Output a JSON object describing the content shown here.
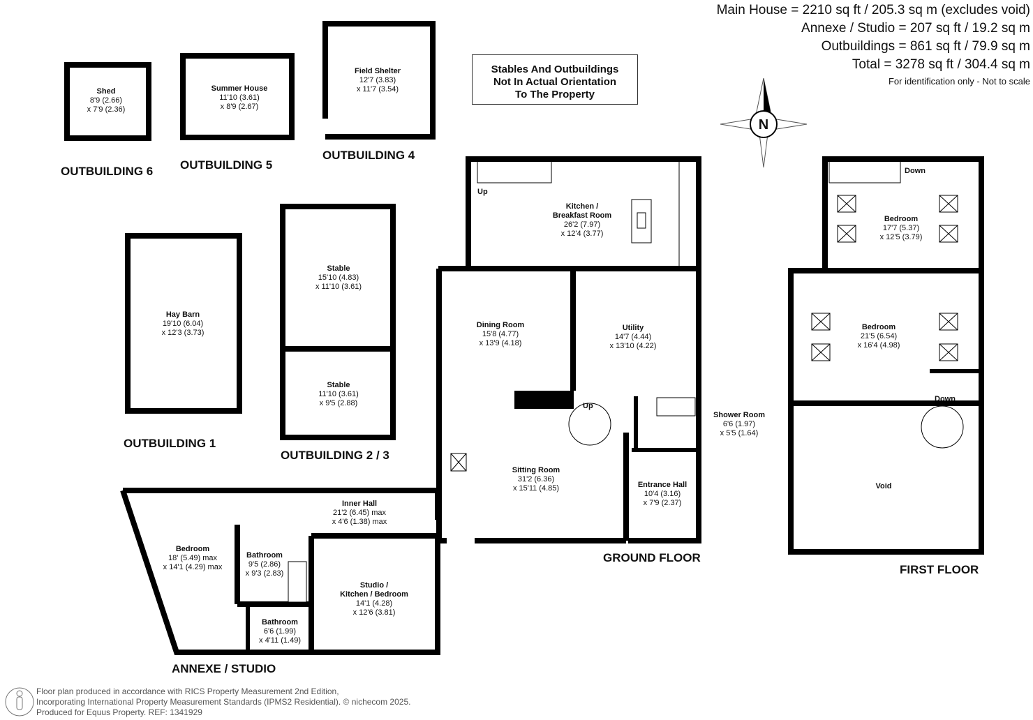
{
  "areas": {
    "main_house": "Main House = 2210 sq ft / 205.3 sq m (excludes void)",
    "annexe": "Annexe / Studio = 207 sq ft / 19.2 sq m",
    "outbuildings": "Outbuildings = 861 sq ft / 79.9 sq m",
    "total": "Total = 3278 sq ft / 304.4 sq m",
    "note": "For identification only - Not to scale"
  },
  "orientation_note": [
    "Stables And Outbuildings",
    "Not In Actual Orientation",
    "To The Property"
  ],
  "compass": {
    "label": "N"
  },
  "sections": {
    "outbuilding6": "OUTBUILDING 6",
    "outbuilding5": "OUTBUILDING 5",
    "outbuilding4": "OUTBUILDING 4",
    "outbuilding1": "OUTBUILDING 1",
    "outbuilding23": "OUTBUILDING 2 / 3",
    "annexe": "ANNEXE / STUDIO",
    "ground": "GROUND FLOOR",
    "first": "FIRST FLOOR"
  },
  "rooms": {
    "shed": {
      "name": "Shed",
      "d1": "8'9 (2.66)",
      "d2": "x 7'9 (2.36)"
    },
    "summer_house": {
      "name": "Summer House",
      "d1": "11'10 (3.61)",
      "d2": "x 8'9 (2.67)"
    },
    "field_shelter": {
      "name": "Field Shelter",
      "d1": "12'7 (3.83)",
      "d2": "x 11'7 (3.54)"
    },
    "hay_barn": {
      "name": "Hay Barn",
      "d1": "19'10 (6.04)",
      "d2": "x 12'3 (3.73)"
    },
    "stable1": {
      "name": "Stable",
      "d1": "15'10 (4.83)",
      "d2": "x 11'10 (3.61)"
    },
    "stable2": {
      "name": "Stable",
      "d1": "11'10 (3.61)",
      "d2": "x  9'5 (2.88)"
    },
    "kitchen": {
      "name": "Kitchen /",
      "name2": "Breakfast Room",
      "d1": "26'2 (7.97)",
      "d2": "x 12'4 (3.77)"
    },
    "dining": {
      "name": "Dining Room",
      "d1": "15'8 (4.77)",
      "d2": "x 13'9 (4.18)"
    },
    "utility": {
      "name": "Utility",
      "d1": "14'7 (4.44)",
      "d2": "x 13'10 (4.22)"
    },
    "shower": {
      "name": "Shower Room",
      "d1": "6'6 (1.97)",
      "d2": "x 5'5 (1.64)"
    },
    "sitting": {
      "name": "Sitting Room",
      "d1": "31'2 (6.36)",
      "d2": "x 15'11 (4.85)"
    },
    "entrance": {
      "name": "Entrance Hall",
      "d1": "10'4 (3.16)",
      "d2": "x 7'9 (2.37)"
    },
    "inner_hall": {
      "name": "Inner Hall",
      "d1": "21'2 (6.45) max",
      "d2": "x 4'6 (1.38) max"
    },
    "annexe_bedroom": {
      "name": "Bedroom",
      "d1": "18' (5.49) max",
      "d2": "x 14'1 (4.29) max"
    },
    "annexe_bath1": {
      "name": "Bathroom",
      "d1": "9'5 (2.86)",
      "d2": "x 9'3 (2.83)"
    },
    "annexe_bath2": {
      "name": "Bathroom",
      "d1": "6'6 (1.99)",
      "d2": "x 4'11 (1.49)"
    },
    "studio": {
      "name": "Studio /",
      "name2": "Kitchen / Bedroom",
      "d1": "14'1 (4.28)",
      "d2": "x 12'6 (3.81)"
    },
    "ff_bedroom1": {
      "name": "Bedroom",
      "d1": "17'7 (5.37)",
      "d2": "x 12'5 (3.79)"
    },
    "ff_bedroom2": {
      "name": "Bedroom",
      "d1": "21'5 (6.54)",
      "d2": "x 16'4 (4.98)"
    },
    "void": {
      "name": "Void"
    }
  },
  "stairs": {
    "up1": "Up",
    "up2": "Up",
    "down1": "Down",
    "down2": "Down"
  },
  "footer": {
    "line1": "Floor plan produced in accordance with RICS Property Measurement 2nd Edition,",
    "line2": "Incorporating International Property Measurement Standards (IPMS2 Residential).   © nichecom 2025.",
    "line3": "Produced for Equus Property.   REF: 1341929"
  }
}
